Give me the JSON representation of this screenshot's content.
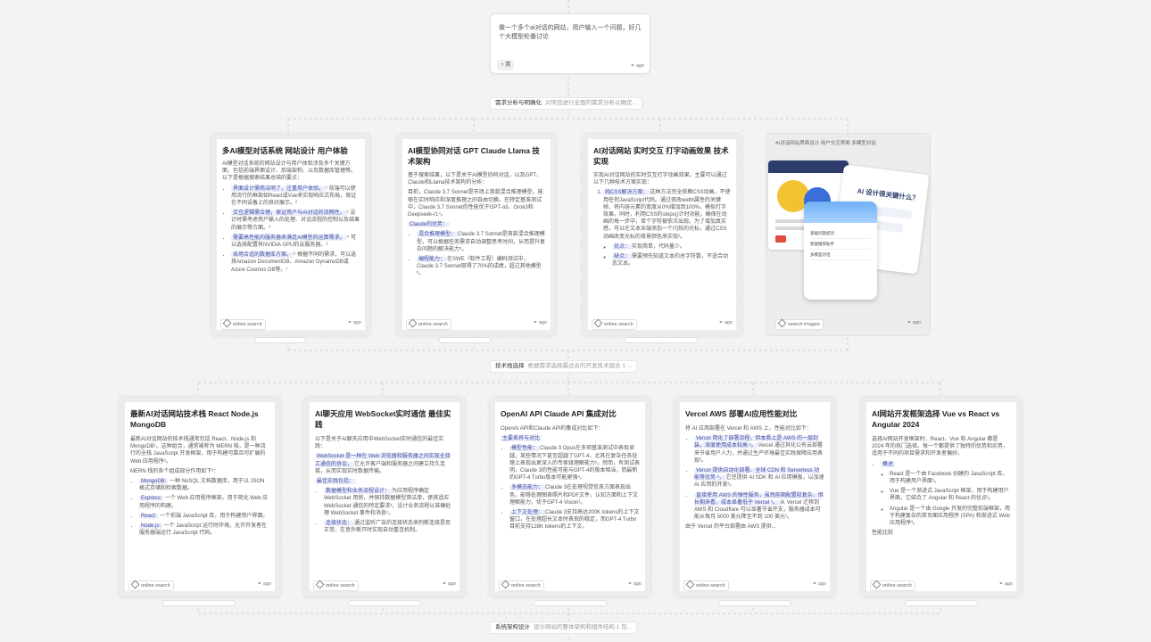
{
  "prompt": {
    "text": "做一个多个ai对话的网站，用户输入一个问题，好几个大模型轮番讨论",
    "user_chip": "我",
    "time": "ago"
  },
  "steps": {
    "s1": {
      "label": "需求分析与明确化",
      "detail": "对项目进行全面的需求分析以确定..."
    },
    "s2": {
      "label": "技术栈选择",
      "detail": "根据需求选择最适合的开发技术组合 1 ..."
    },
    "s3": {
      "label": "系统架构设计",
      "detail": "设计网站的整体架构和组件结构 1 包..."
    }
  },
  "common": {
    "search_tag": "online search",
    "image_tag": "search images",
    "time": "ago"
  },
  "row1": [
    {
      "title": "多AI模型对话系统 网站设计 用户体验",
      "intro": "AI模型对话系统的网站设计与用户体验涉及多个关键方面，包括前端界面设计、后端架构、以及数据库管理等。以下是根据搜索结果总结的要点：",
      "items": [
        {
          "hl": "界面设计需简洁明了，注重用户体验。",
          "text": "¹ 前端可以使用流行的框架如React或Vue来实现响应式布局，保证在不同设备上的良好展示。²"
        },
        {
          "hl": "交互逻辑需合理，保证用户与AI对话的流畅性。",
          "text": "¹ 设计时需考虑用户输入的处理、对话流程的控制以及结果的展示等方面。³"
        },
        {
          "hl": "需要高性能的服务器来满足AI模型的运算需求。",
          "text": "⁴ 可以选择配置有NVIDIA GPU的云服务器。⁵"
        },
        {
          "hl": "采用合适的数据库方案。",
          "text": "⁶ 根据不同的需求，可以选择Amazon DocumentDB、Amazon DynamoDB或Azure Cosmos DB等。⁷"
        }
      ]
    },
    {
      "title": "AI模型协同对话 GPT Claude Llama 技术架构",
      "intro": "基于搜索结果，以下是关于AI模型协同对话，以及GPT、Claude和Llama技术架构的分析：",
      "para": "目前，Claude 3.7 Sonnet是市场上首款混合推理模型，能够在实时响应和深度推理之间自由切换。在特定基准测试中，Claude 3.7 Sonnet的性能优于GPT-o3、Grok3和Deepseek-r1⁴。",
      "sub": "Claude的优势：",
      "items": [
        {
          "hl": "混合推理模型：",
          "text": "Claude 3.7 Sonnet是首款混合推理模型，可以根据任务需求自动调整思考时间，从而提升复杂问题的解决能力⁵。"
        },
        {
          "hl": "编程能力：",
          "text": "在SWE（软件工程）编码测试中，Claude 3.7 Sonnet取得了70%的成绩，超过其他模型⁶。"
        }
      ]
    },
    {
      "title": "AI对话网站 实时交互 打字动画效果 技术实现",
      "intro": "实现AI对话网站的实时交互打字动画效果，主要可以通过以下几种技术方案实现：",
      "items": [
        {
          "hl": "纯CSS解决方案：",
          "text": "这种方法完全依赖CSS动画，不使用任何JavaScript代码。通过修改width属性的关键帧，将内容元素的宽度从0%增加到100%，模拟打字效果。同时，利用CSS的steps()计时功能，确保在动画的每一步中，单个字符被依次出现。为了增加真实感，可以在文本末端添加一个闪烁的光标，通过CSS动画改变光标的背景颜色来实现²。"
        }
      ],
      "sub_items": [
        {
          "k": "优点：",
          "v": "实现简单，代码量少。"
        },
        {
          "k": "缺点：",
          "v": "需要预先知道文本的总字符数，不适合动态文本。"
        }
      ]
    }
  ],
  "image_card": {
    "caption": "AI对话网站界面设计 用户交互界面 多模型对话",
    "bubble": "AI 设计很关键什么？",
    "list": [
      "基础问题提问",
      "智能推荐助手",
      "多模型对话"
    ]
  },
  "row2": [
    {
      "title": "最新AI对话网站技术栈 React Node.js MongoDB",
      "intro": "最新AI对话网站的技术栈通常包括 React、Node.js 和 MongoDB¹。这种组合，通常被称为 MERN 栈，是一种流行的全栈 JavaScript 开发框架，用于构建可靠且可扩展的 Web 应用程序²。",
      "sub": "MERN 栈的各个组成部分作用如下³：",
      "items": [
        {
          "hl": "MongoDB:",
          "text": "一种 NoSQL 文档数据库，用于以 JSON 格式存储和检索数据。"
        },
        {
          "hl": "Express:",
          "text": "一个 Web 应用程序框架，用于简化 Web 应用程序的构建。"
        },
        {
          "hl": "React:",
          "text": "一个前端 JavaScript 库，用于构建用户界面。"
        },
        {
          "hl": "Node.js:",
          "text": "一个 JavaScript 运行时环境，允许开发者在服务器端运行 JavaScript 代码。"
        }
      ]
    },
    {
      "title": "AI聊天应用 WebSocket实时通信 最佳实践",
      "intro": "以下是关于AI聊天应用中WebSocket实时通信的最佳实践：",
      "para_hl": "WebSocket 是一种在 Web 浏览器和服务器之间实现全双工通信的协议，",
      "para": "它允许客户端和服务器之间建立持久连接，从而实现实时数据传输。",
      "sub": "最佳实践包括：",
      "items": [
        {
          "hl": "数据模型和业务流程设计：",
          "text": "为应用程序确定 WebSocket 用例，并保持数据模型简洁单，使其适应 WebSocket 通信的特定要求³。设计业务流程以准确处理 WebSocket 事件和消息⁴。"
        },
        {
          "hl": "连接状态：",
          "text": "通过监听广告的连接状态来判断连接是否正常，在意外断开时实现自动重连机制。"
        }
      ]
    },
    {
      "title": "OpenAI API Claude API 集成对比",
      "intro": "OpenAI API和Claude API的集成对比如下：",
      "sub": "主要差异与对比",
      "items": [
        {
          "hl": "模型性能：",
          "text": "Claude 3 Opus在多项基准测试中表现卓越，某些情况下甚至超越了GPT-4，尤其在复杂任务处理上表现出更深入的专家级理解能力¹。然而，有测试表明，Claude 3的性能可能与GPT-4的版本相当，而最新的GPT-4 Turbo版本可能更强⁴。"
        },
        {
          "hl": "多模态能力：",
          "text": "Claude 3在处理视觉信息方面表现出色，能够处理图表照片和PDF文件，认知方面和上下文理解能力，优于GPT-4 Vision¹。"
        },
        {
          "hl": "上下文处理：",
          "text": "Claude 3支持高达200K tokens的上下文窗口，在处理超长文本时表现的稳定，而GPT-4 Turbo目前支持128K tokens的上下文。"
        }
      ]
    },
    {
      "title": "Vercel AWS 部署AI应用性能对比",
      "intro": "将 AI 应用部署在 Vercel 和 AWS 上，性能对比如下：",
      "items": [
        {
          "hl": "Vercel 简化了部署流程，但本质上是 AWS 的一层封装，深度使用成本较高 ¹。",
          "text": "Vercel 通过其化公有云部署来节省用户人力，并通过生产环境最佳实践保障应用表现²。"
        },
        {
          "hl": "Vercel 提供自动化部署、全球 CDN 和 Serverless 功能等优势 ³，",
          "text": "它还提供 AI SDK 和 AI 应用模板，以加速 AI 应用的开发³。"
        },
        {
          "hl": "直接使用 AWS 的弹性服务，虽然前期配置较复杂，但长期来看，成本显著低于 Vercel ¹。",
          "text": "从 Vercel 迁移到 AWS 和 Cloudflare 可以显著节省开支，服务器成本可能从每月 5000 美元降至不到 100 美元¹。"
        }
      ],
      "tail": "由于 Vercel 的平台部署由 AWS 提供..."
    },
    {
      "title": "AI网站开发框架选择 Vue vs React vs Angular 2024",
      "intro": "选择AI网站开发框架时，React、Vue 和 Angular 都是 2024 年的热门选择。每一个都提供了独特的优势和劣势，适用于不同的项目需求和开发者偏好。",
      "sub": "概述",
      "items": [
        {
          "text": "React 是一个由 Facebook 创建的 JavaScript 库，用于构建用户界面¹。"
        },
        {
          "text": "Vue 是一个渐进式 JavaScript 框架，用于构建用户界面，它结合了 Angular 和 React 的优点²。"
        },
        {
          "text": "Angular 是一个由 Google 开发的完整前端框架，用于构建复杂的单页面应用程序 (SPA) 和渐进式 Web 应用程序³。"
        }
      ],
      "tail": "性能比较"
    }
  ]
}
